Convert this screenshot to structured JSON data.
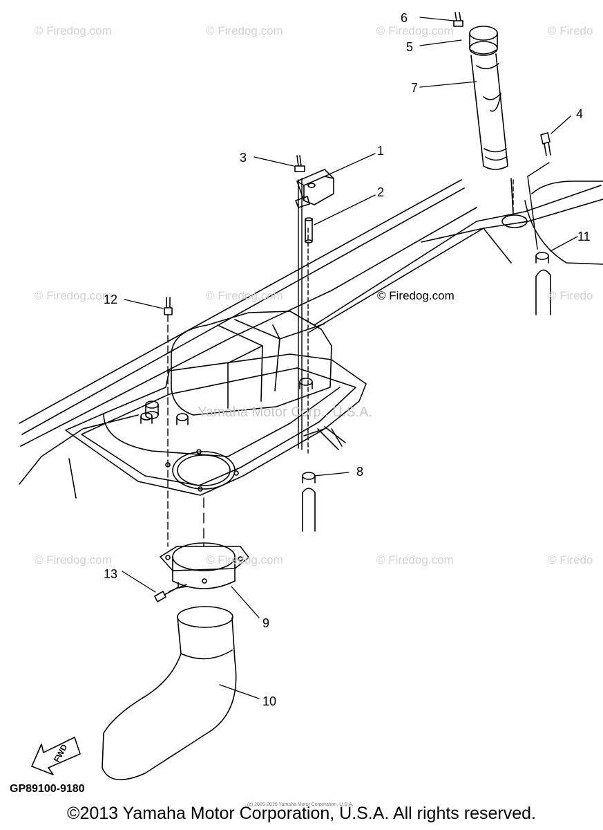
{
  "watermarks": {
    "tile_text": "© Firedog.com",
    "tile_text_clipped": "© Firedo",
    "stamp_text": "© Firedog.com",
    "center_text": "Yamaha Motor Corp., U.S.A."
  },
  "callouts": [
    "1",
    "2",
    "3",
    "4",
    "5",
    "6",
    "7",
    "8",
    "9",
    "10",
    "11",
    "12",
    "13"
  ],
  "part_number": "GP89100-9180",
  "fwd_label": "FWD",
  "tiny_copyright": "(c) 2005-2016 Yamaha Motor Corporation, U.S.A.",
  "copyright": "©2013 Yamaha Motor Corporation, U.S.A. All rights reserved.",
  "colors": {
    "line": "#000000",
    "watermark": "#d2d2d2",
    "background": "#ffffff"
  }
}
